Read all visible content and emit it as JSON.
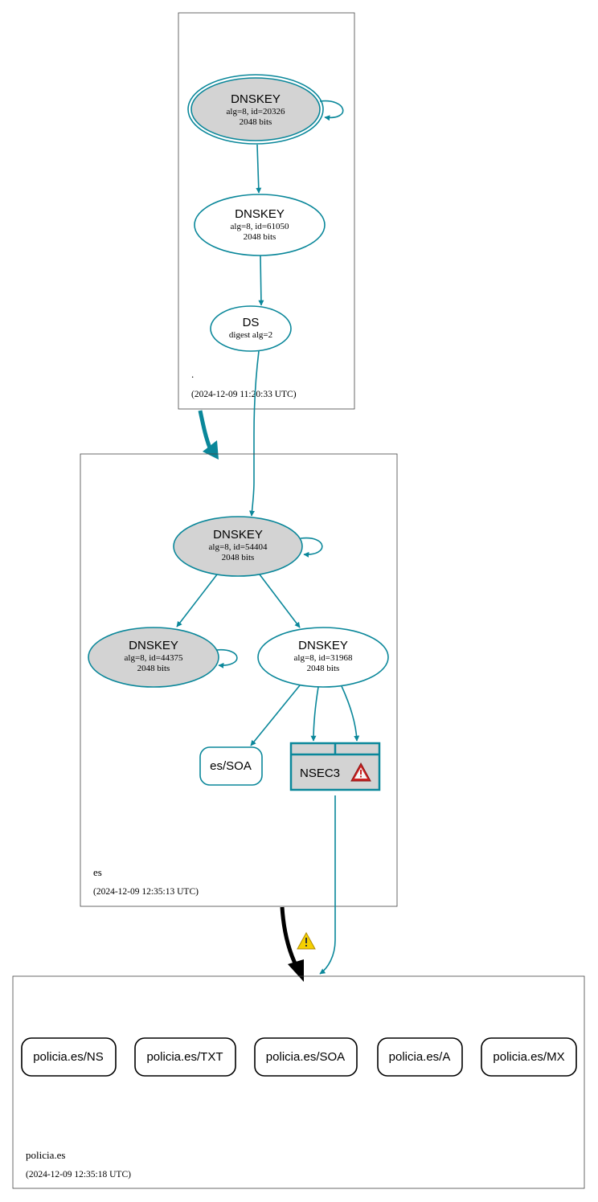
{
  "zones": {
    "root": {
      "name": ".",
      "timestamp": "(2024-12-09 11:20:33 UTC)"
    },
    "es": {
      "name": "es",
      "timestamp": "(2024-12-09 12:35:13 UTC)"
    },
    "policia": {
      "name": "policia.es",
      "timestamp": "(2024-12-09 12:35:18 UTC)"
    }
  },
  "nodes": {
    "root_ksk": {
      "title": "DNSKEY",
      "line1": "alg=8, id=20326",
      "line2": "2048 bits"
    },
    "root_zsk": {
      "title": "DNSKEY",
      "line1": "alg=8, id=61050",
      "line2": "2048 bits"
    },
    "root_ds": {
      "title": "DS",
      "line1": "digest alg=2"
    },
    "es_ksk": {
      "title": "DNSKEY",
      "line1": "alg=8, id=54404",
      "line2": "2048 bits"
    },
    "es_key_44375": {
      "title": "DNSKEY",
      "line1": "alg=8, id=44375",
      "line2": "2048 bits"
    },
    "es_zsk": {
      "title": "DNSKEY",
      "line1": "alg=8, id=31968",
      "line2": "2048 bits"
    },
    "es_soa": {
      "label": "es/SOA"
    },
    "es_nsec3": {
      "label": "NSEC3"
    }
  },
  "records": [
    "policia.es/NS",
    "policia.es/TXT",
    "policia.es/SOA",
    "policia.es/A",
    "policia.es/MX"
  ],
  "colors": {
    "edge": "#0a879a",
    "fill_gray": "#d3d3d3",
    "warning_yellow": "#f5d000",
    "warning_red": "#cc2222"
  },
  "icons": {
    "warning": "warning-icon"
  }
}
